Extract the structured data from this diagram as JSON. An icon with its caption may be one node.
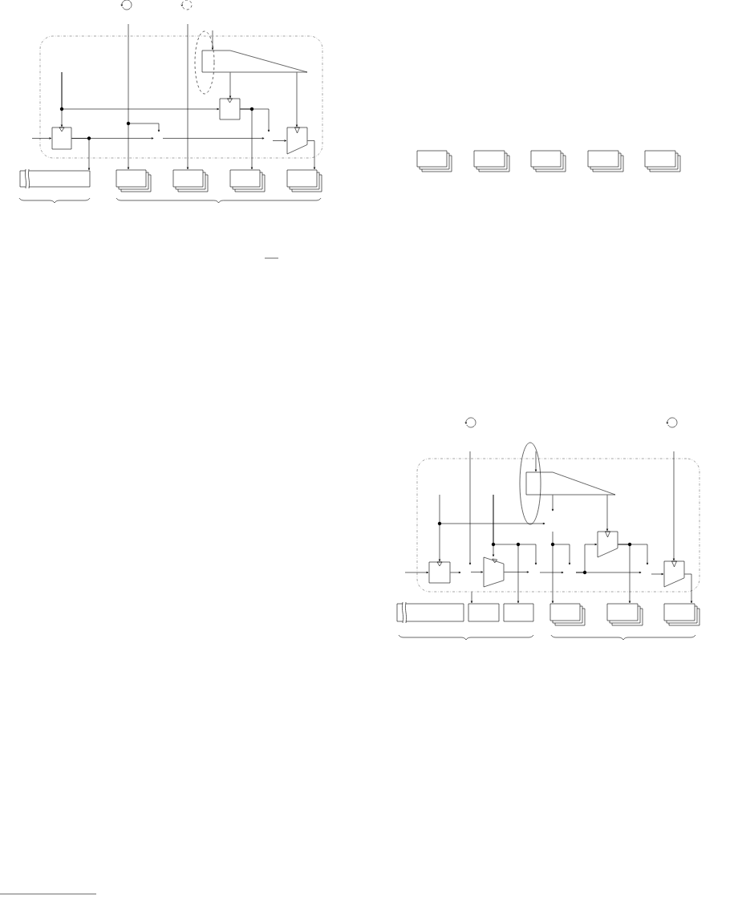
{
  "diagram": {
    "nodes": [
      {
        "text": [],
        "shape": "box"
      },
      {
        "text": [],
        "shape": "wedge",
        "in": 0
      },
      {
        "text": [],
        "shape": "box",
        "in": 0
      },
      {
        "text": [],
        "shape": "box",
        "in": 0
      },
      {
        "text": [],
        "shape": "trapezoid",
        "in": 0
      },
      {
        "text": [],
        "shape": "bar"
      },
      {
        "text": [],
        "shape": "stack"
      },
      {
        "text": [],
        "shape": "stack"
      },
      {
        "text": [],
        "shape": "stack"
      },
      {
        "text": [],
        "shape": "stack"
      },
      {
        "text": [],
        "shape": "stack"
      },
      {
        "text": [],
        "shape": "stack"
      },
      {
        "text": [],
        "shape": "stack"
      },
      {
        "text": [],
        "shape": "stack"
      },
      {
        "text": [],
        "shape": "stack"
      },
      {
        "text": [],
        "shape": "box"
      },
      {
        "text": [],
        "shape": "wedge",
        "in": 15
      },
      {
        "text": [],
        "shape": "box",
        "in": 15
      },
      {
        "text": [],
        "shape": "trapezoid",
        "in": 15
      },
      {
        "text": [],
        "shape": "trapezoid",
        "in": 15
      },
      {
        "text": [],
        "shape": "trapezoid",
        "in": 15
      },
      {
        "text": [],
        "shape": "bar"
      },
      {
        "text": [],
        "shape": "box"
      },
      {
        "text": [],
        "shape": "box"
      },
      {
        "text": [],
        "shape": "stack"
      },
      {
        "text": [],
        "shape": "stack"
      },
      {
        "text": [],
        "shape": "stack"
      }
    ],
    "edges": [
      {
        "from": null,
        "to": 2,
        "arrow": "to"
      },
      {
        "from": null,
        "to": 2,
        "arrow": "to"
      },
      {
        "from": null,
        "to": 3,
        "arrow": "to"
      },
      {
        "from": 1,
        "to": 3,
        "arrow": "to"
      },
      {
        "from": 1,
        "to": 4,
        "arrow": "to"
      },
      {
        "from": null,
        "to": 6,
        "arrow": "to"
      },
      {
        "from": null,
        "to": 7,
        "arrow": "to"
      },
      {
        "from": null,
        "to": 1,
        "arrow": "to"
      },
      {
        "from": 2,
        "to": 5,
        "arrow": "to"
      },
      {
        "from": 2,
        "to": null,
        "arrow": "to"
      },
      {
        "from": 3,
        "to": 8,
        "arrow": "to"
      },
      {
        "from": 3,
        "to": null,
        "arrow": "to"
      },
      {
        "from": null,
        "to": 4,
        "arrow": "to"
      },
      {
        "from": 4,
        "to": 9,
        "arrow": "to"
      },
      {
        "from": null,
        "to": 17,
        "arrow": "to"
      },
      {
        "from": null,
        "to": 17,
        "arrow": "to"
      },
      {
        "from": 17,
        "to": null,
        "arrow": "to"
      },
      {
        "from": null,
        "to": 18,
        "arrow": "to"
      },
      {
        "from": null,
        "to": 18,
        "arrow": "to"
      },
      {
        "from": null,
        "to": 23,
        "arrow": "to"
      },
      {
        "from": 15,
        "to": 22,
        "arrow": "to"
      },
      {
        "from": null,
        "to": 16,
        "arrow": "to"
      },
      {
        "from": 16,
        "to": null,
        "arrow": "to"
      },
      {
        "from": 16,
        "to": 19,
        "arrow": "to"
      },
      {
        "from": 18,
        "to": null,
        "arrow": "to"
      },
      {
        "from": null,
        "to": 24,
        "arrow": "to"
      },
      {
        "from": null,
        "to": 19,
        "arrow": "to"
      },
      {
        "from": 19,
        "to": 25,
        "arrow": "to"
      },
      {
        "from": 19,
        "to": null,
        "arrow": "to"
      },
      {
        "from": null,
        "to": 20,
        "arrow": "to"
      },
      {
        "from": null,
        "to": 20,
        "arrow": "to"
      },
      {
        "from": 20,
        "to": 26,
        "arrow": "to"
      }
    ]
  }
}
